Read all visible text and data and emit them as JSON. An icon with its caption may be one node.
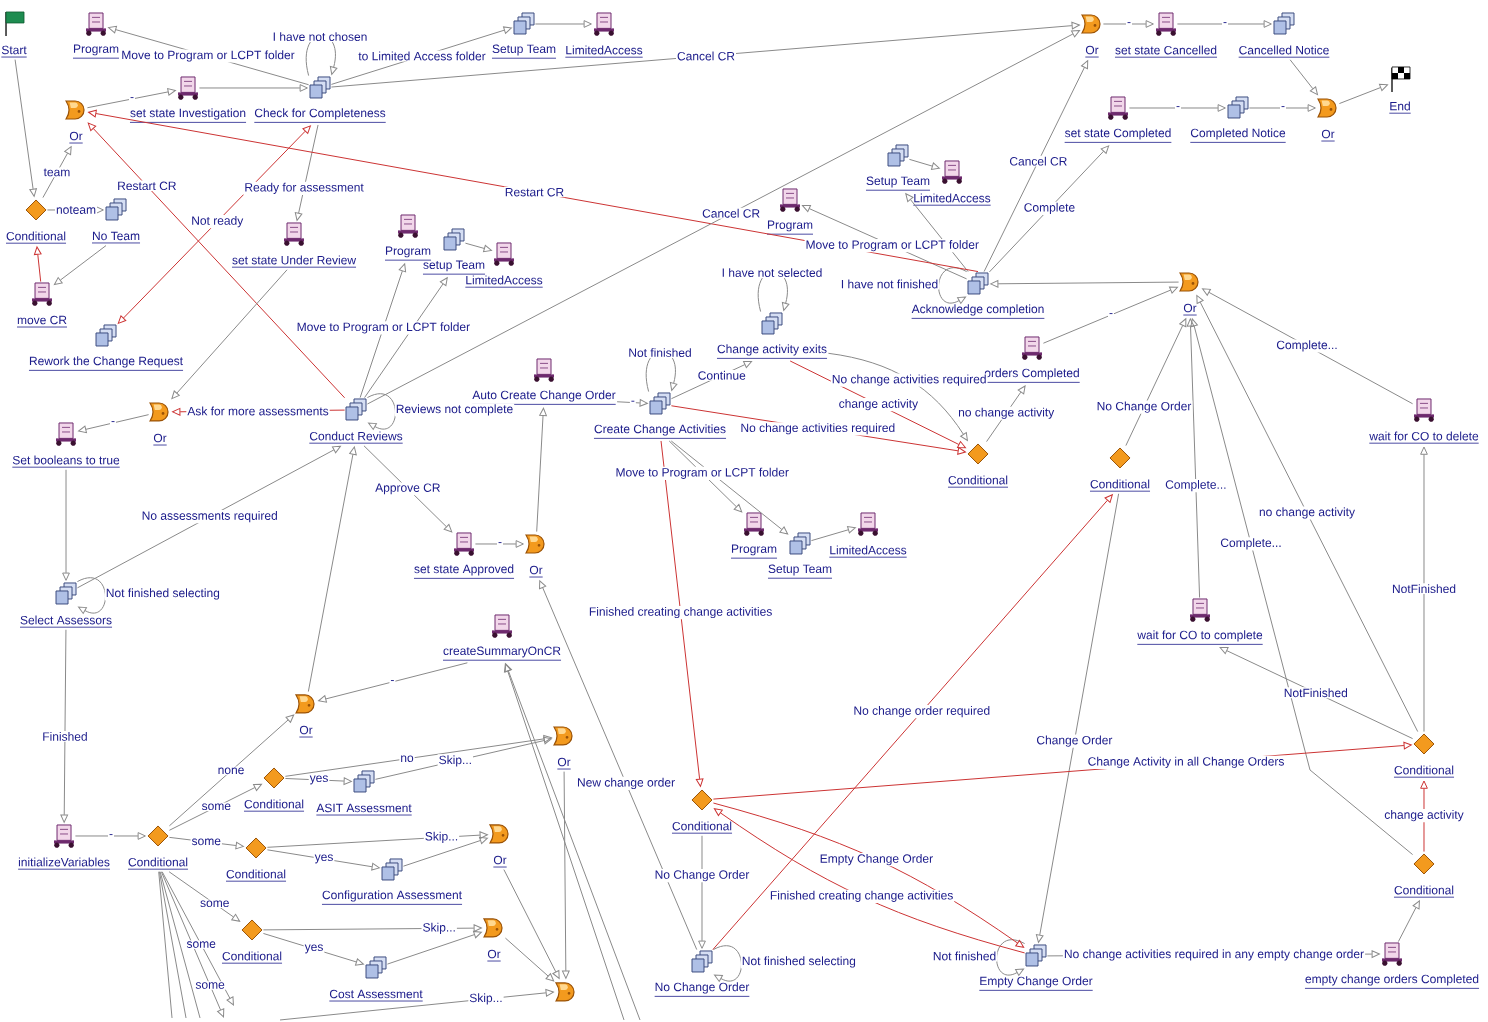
{
  "diagram": {
    "nodes": [
      {
        "text": [
          "Start"
        ]
      },
      {
        "text": [
          "Program"
        ]
      },
      {
        "text": [
          "Setup Team"
        ]
      },
      {
        "text": [
          "LimitedAccess"
        ]
      },
      {
        "text": [
          "Or"
        ]
      },
      {
        "text": [
          "set state Cancelled"
        ]
      },
      {
        "text": [
          "Cancelled Notice"
        ]
      },
      {
        "text": [
          "End"
        ]
      },
      {
        "text": [
          "Or"
        ]
      },
      {
        "text": [
          "set state Investigation"
        ]
      },
      {
        "text": [
          "Check for Completeness"
        ]
      },
      {
        "text": [
          "set state Completed"
        ]
      },
      {
        "text": [
          "Completed Notice"
        ]
      },
      {
        "text": [
          "Or"
        ]
      },
      {
        "text": [
          "Setup Team"
        ]
      },
      {
        "text": [
          "LimitedAccess"
        ]
      },
      {
        "text": [
          "Program"
        ]
      },
      {
        "text": [
          "Conditional"
        ]
      },
      {
        "text": [
          "No Team"
        ]
      },
      {
        "text": [
          "Program"
        ]
      },
      {
        "text": [
          "set state Under Review"
        ]
      },
      {
        "text": [
          "setup Team"
        ]
      },
      {
        "text": [
          "LimitedAccess"
        ]
      },
      {
        "text": [
          "Or"
        ]
      },
      {
        "text": [
          "Acknowledge completion"
        ]
      },
      {
        "text": [
          "move CR"
        ]
      },
      {
        "text": [
          "Change activity exits"
        ]
      },
      {
        "text": [
          "Rework the Change Request"
        ]
      },
      {
        "text": [
          "orders Completed"
        ]
      },
      {
        "text": [
          "Auto Create Change Order"
        ]
      },
      {
        "text": [
          "Create Change Activities"
        ]
      },
      {
        "text": [
          "Conduct Reviews"
        ]
      },
      {
        "text": [
          "Or"
        ]
      },
      {
        "text": [
          "wait for CO to delete"
        ]
      },
      {
        "text": [
          "Set booleans to true"
        ]
      },
      {
        "text": [
          "Conditional"
        ]
      },
      {
        "text": [
          "Conditional"
        ]
      },
      {
        "text": [
          "Program"
        ]
      },
      {
        "text": [
          "LimitedAccess"
        ]
      },
      {
        "text": [
          "wait for CO to complete"
        ]
      },
      {
        "text": [
          "Setup Team"
        ]
      },
      {
        "text": [
          "set state Approved"
        ]
      },
      {
        "text": [
          "Or"
        ]
      },
      {
        "text": [
          "Select Assessors"
        ]
      },
      {
        "text": [
          "createSummaryOnCR"
        ]
      },
      {
        "text": [
          "Or"
        ]
      },
      {
        "text": [
          "Or"
        ]
      },
      {
        "text": [
          "Conditional"
        ]
      },
      {
        "text": [
          "Conditional"
        ]
      },
      {
        "text": [
          "ASIT Assessment"
        ]
      },
      {
        "text": [
          "Conditional"
        ]
      },
      {
        "text": [
          "initializeVariables"
        ]
      },
      {
        "text": [
          "Conditional"
        ]
      },
      {
        "text": [
          "Or"
        ]
      },
      {
        "text": [
          "Conditional"
        ]
      },
      {
        "text": [
          "Configuration Assessment"
        ]
      },
      {
        "text": [
          "Conditional"
        ]
      },
      {
        "text": [
          "Conditional"
        ]
      },
      {
        "text": [
          "Or"
        ]
      },
      {
        "text": [
          "empty change orders Completed"
        ]
      },
      {
        "text": [
          "Empty Change Order"
        ]
      },
      {
        "text": [
          "No Change Order"
        ]
      },
      {
        "text": [
          "Cost Assessment"
        ]
      },
      {
        "text": [],
        "shape": "picture"
      }
    ],
    "edges": [
      {
        "from": 0,
        "to": 17,
        "arrow": "to"
      },
      {
        "from": 17,
        "to": 8,
        "arrow": "to",
        "label": "team"
      },
      {
        "from": 17,
        "to": 18,
        "arrow": "to",
        "label": "noteam"
      },
      {
        "from": 18,
        "to": 25,
        "arrow": "to"
      },
      {
        "from": 25,
        "to": 17,
        "arrow": "to",
        "color": "#cc3333"
      },
      {
        "from": 8,
        "to": 9,
        "arrow": "to",
        "label": "-"
      },
      {
        "from": 9,
        "to": 10,
        "arrow": "to"
      },
      {
        "from": 10,
        "to": 1,
        "arrow": "to",
        "label": "Move to Program or LCPT folder"
      },
      {
        "from": 10,
        "to": 10,
        "arrow": "to",
        "label": "I have not chosen"
      },
      {
        "from": 10,
        "to": 2,
        "arrow": "to",
        "label": "to Limited Access folder"
      },
      {
        "from": 2,
        "to": 3,
        "arrow": "to"
      },
      {
        "from": 10,
        "to": 4,
        "arrow": "to",
        "label": "Cancel CR"
      },
      {
        "from": 10,
        "to": 20,
        "arrow": "to",
        "label": "Ready for assessment"
      },
      {
        "from": 10,
        "to": 27,
        "arrow": "both",
        "label": "Not ready",
        "color": "#cc3333"
      },
      {
        "from": 31,
        "to": 8,
        "arrow": "to",
        "label": "Restart CR",
        "color": "#cc3333"
      },
      {
        "from": 20,
        "to": 32,
        "arrow": "to"
      },
      {
        "from": 31,
        "to": 32,
        "arrow": "to",
        "label": "Ask for more assessments",
        "color": "#cc3333"
      },
      {
        "from": 32,
        "to": 34,
        "arrow": "to",
        "label": "-"
      },
      {
        "from": 34,
        "to": 43,
        "arrow": "to"
      },
      {
        "from": 43,
        "to": 43,
        "arrow": "to",
        "label": "Not finished selecting"
      },
      {
        "from": 43,
        "to": 31,
        "arrow": "to",
        "label": "No assessments required"
      },
      {
        "from": 43,
        "to": 51,
        "arrow": "to",
        "label": "Finished"
      },
      {
        "from": 51,
        "to": 52,
        "arrow": "to",
        "label": "-"
      },
      {
        "from": 52,
        "to": 45,
        "arrow": "to",
        "label": "none"
      },
      {
        "from": 52,
        "to": 48,
        "arrow": "to",
        "label": "some"
      },
      {
        "from": 52,
        "to": 54,
        "arrow": "to",
        "label": "some"
      },
      {
        "from": 52,
        "to": 57,
        "arrow": "to",
        "label": "some"
      },
      {
        "from": 52,
        "to": null,
        "arrow": "to",
        "label": "some"
      },
      {
        "from": 52,
        "to": null,
        "arrow": "to",
        "label": "some"
      },
      {
        "from": 52,
        "to": null,
        "arrow": "none"
      },
      {
        "from": 52,
        "to": null,
        "arrow": "none"
      },
      {
        "from": 52,
        "to": null,
        "arrow": "none"
      },
      {
        "from": 48,
        "to": 49,
        "arrow": "to",
        "label": "yes"
      },
      {
        "from": 48,
        "to": 46,
        "arrow": "to",
        "label": "no"
      },
      {
        "from": 49,
        "to": 46,
        "arrow": "to",
        "label": "Skip..."
      },
      {
        "from": 54,
        "to": 55,
        "arrow": "to",
        "label": "yes"
      },
      {
        "from": 54,
        "to": 53,
        "arrow": "to",
        "label": "Skip..."
      },
      {
        "from": 55,
        "to": 53,
        "arrow": "to"
      },
      {
        "from": 57,
        "to": 62,
        "arrow": "to",
        "label": "yes"
      },
      {
        "from": 57,
        "to": 58,
        "arrow": "to",
        "label": "Skip..."
      },
      {
        "from": 62,
        "to": 58,
        "arrow": "to"
      },
      {
        "from": null,
        "to": 63,
        "arrow": "to",
        "label": "Skip..."
      },
      {
        "from": 45,
        "to": 31,
        "arrow": "to"
      },
      {
        "from": 44,
        "to": 45,
        "arrow": "to",
        "label": "-"
      },
      {
        "from": null,
        "to": 44,
        "arrow": "to"
      },
      {
        "from": null,
        "to": 44,
        "arrow": "to"
      },
      {
        "from": 46,
        "to": 63,
        "arrow": "to"
      },
      {
        "from": 53,
        "to": 63,
        "arrow": "to"
      },
      {
        "from": 58,
        "to": 63,
        "arrow": "to"
      },
      {
        "from": 31,
        "to": 41,
        "arrow": "to",
        "label": "Approve CR"
      },
      {
        "from": 41,
        "to": 42,
        "arrow": "to",
        "label": "-"
      },
      {
        "from": 42,
        "to": 29,
        "arrow": "to"
      },
      {
        "from": 29,
        "to": 30,
        "arrow": "to",
        "label": "-"
      },
      {
        "from": 30,
        "to": 30,
        "arrow": "to",
        "label": "Not finished"
      },
      {
        "from": 30,
        "to": 26,
        "arrow": "to",
        "label": "Continue"
      },
      {
        "from": 26,
        "to": 26,
        "arrow": "to",
        "label": "I have not selected"
      },
      {
        "from": 26,
        "to": 35,
        "arrow": "to",
        "label": "change activity",
        "color": "#cc3333"
      },
      {
        "from": 26,
        "to": 35,
        "arrow": "to",
        "label": "No change activities required"
      },
      {
        "from": 30,
        "to": 35,
        "arrow": "to",
        "label": "No change activities required",
        "color": "#cc3333"
      },
      {
        "from": 35,
        "to": 28,
        "arrow": "to",
        "label": "no change activity"
      },
      {
        "from": 28,
        "to": 23,
        "arrow": "to",
        "label": "-"
      },
      {
        "from": 23,
        "to": 24,
        "arrow": "to"
      },
      {
        "from": 24,
        "to": 24,
        "arrow": "to",
        "label": "I have not finished"
      },
      {
        "from": 24,
        "to": 16,
        "arrow": "to",
        "label": "Move to Program or LCPT folder"
      },
      {
        "from": 24,
        "to": 14,
        "arrow": "to"
      },
      {
        "from": 14,
        "to": 15,
        "arrow": "to"
      },
      {
        "from": 24,
        "to": 11,
        "arrow": "to",
        "label": "Complete"
      },
      {
        "from": 24,
        "to": 4,
        "arrow": "to",
        "label": "Cancel CR"
      },
      {
        "from": 24,
        "to": 8,
        "arrow": "to",
        "label": "Restart CR",
        "color": "#cc3333"
      },
      {
        "from": 31,
        "to": 4,
        "arrow": "to",
        "label": "Cancel CR"
      },
      {
        "from": 4,
        "to": 5,
        "arrow": "to",
        "label": "-"
      },
      {
        "from": 5,
        "to": 6,
        "arrow": "to",
        "label": "-"
      },
      {
        "from": 6,
        "to": 13,
        "arrow": "to"
      },
      {
        "from": 11,
        "to": 12,
        "arrow": "to",
        "label": "-"
      },
      {
        "from": 12,
        "to": 13,
        "arrow": "to",
        "label": "-"
      },
      {
        "from": 13,
        "to": 7,
        "arrow": "to"
      },
      {
        "from": 31,
        "to": 31,
        "arrow": "to",
        "label": "Reviews not complete"
      },
      {
        "from": 31,
        "to": 19,
        "arrow": "to",
        "label": "Move to Program or LCPT folder"
      },
      {
        "from": 31,
        "to": 21,
        "arrow": "to"
      },
      {
        "from": 21,
        "to": 22,
        "arrow": "to"
      },
      {
        "from": 30,
        "to": 37,
        "arrow": "to",
        "label": "Move to Program or LCPT folder"
      },
      {
        "from": 30,
        "to": 40,
        "arrow": "to"
      },
      {
        "from": 40,
        "to": 38,
        "arrow": "to"
      },
      {
        "from": 36,
        "to": 23,
        "arrow": "to",
        "label": "No Change Order"
      },
      {
        "from": 33,
        "to": 23,
        "arrow": "to",
        "label": "Complete..."
      },
      {
        "from": 39,
        "to": 23,
        "arrow": "to",
        "label": "Complete..."
      },
      {
        "from": 56,
        "to": 23,
        "arrow": "to",
        "label": "Complete..."
      },
      {
        "from": 47,
        "to": 39,
        "arrow": "to",
        "label": "NotFinished"
      },
      {
        "from": 47,
        "to": 33,
        "arrow": "to",
        "label": "NotFinished"
      },
      {
        "from": 47,
        "to": 23,
        "arrow": "to",
        "label": "no change activity"
      },
      {
        "from": 56,
        "to": 47,
        "arrow": "to",
        "label": "change activity",
        "color": "#cc3333"
      },
      {
        "from": 59,
        "to": 56,
        "arrow": "to"
      },
      {
        "from": 60,
        "to": 59,
        "arrow": "to",
        "label": "No change activities required in any empty change order"
      },
      {
        "from": 60,
        "to": 60,
        "arrow": "to",
        "label": "Not finished"
      },
      {
        "from": 36,
        "to": 60,
        "arrow": "to",
        "label": "Change Order"
      },
      {
        "from": 50,
        "to": 47,
        "arrow": "to",
        "label": "Change Activity in all Change Orders",
        "color": "#cc3333"
      },
      {
        "from": 50,
        "to": 60,
        "arrow": "to",
        "label": "Empty Change Order",
        "color": "#cc3333"
      },
      {
        "from": 60,
        "to": 50,
        "arrow": "to",
        "label": "Finished creating change activities",
        "color": "#cc3333"
      },
      {
        "from": 30,
        "to": 50,
        "arrow": "to",
        "label": "Finished creating change activities",
        "color": "#cc3333"
      },
      {
        "from": 50,
        "to": 61,
        "arrow": "to",
        "label": "No Change Order"
      },
      {
        "from": 61,
        "to": 61,
        "arrow": "to",
        "label": "Not finished selecting"
      },
      {
        "from": 61,
        "to": 36,
        "arrow": "to",
        "label": "No change order required",
        "color": "#cc3333"
      },
      {
        "from": 61,
        "to": 42,
        "arrow": "to",
        "label": "New change order"
      }
    ]
  }
}
